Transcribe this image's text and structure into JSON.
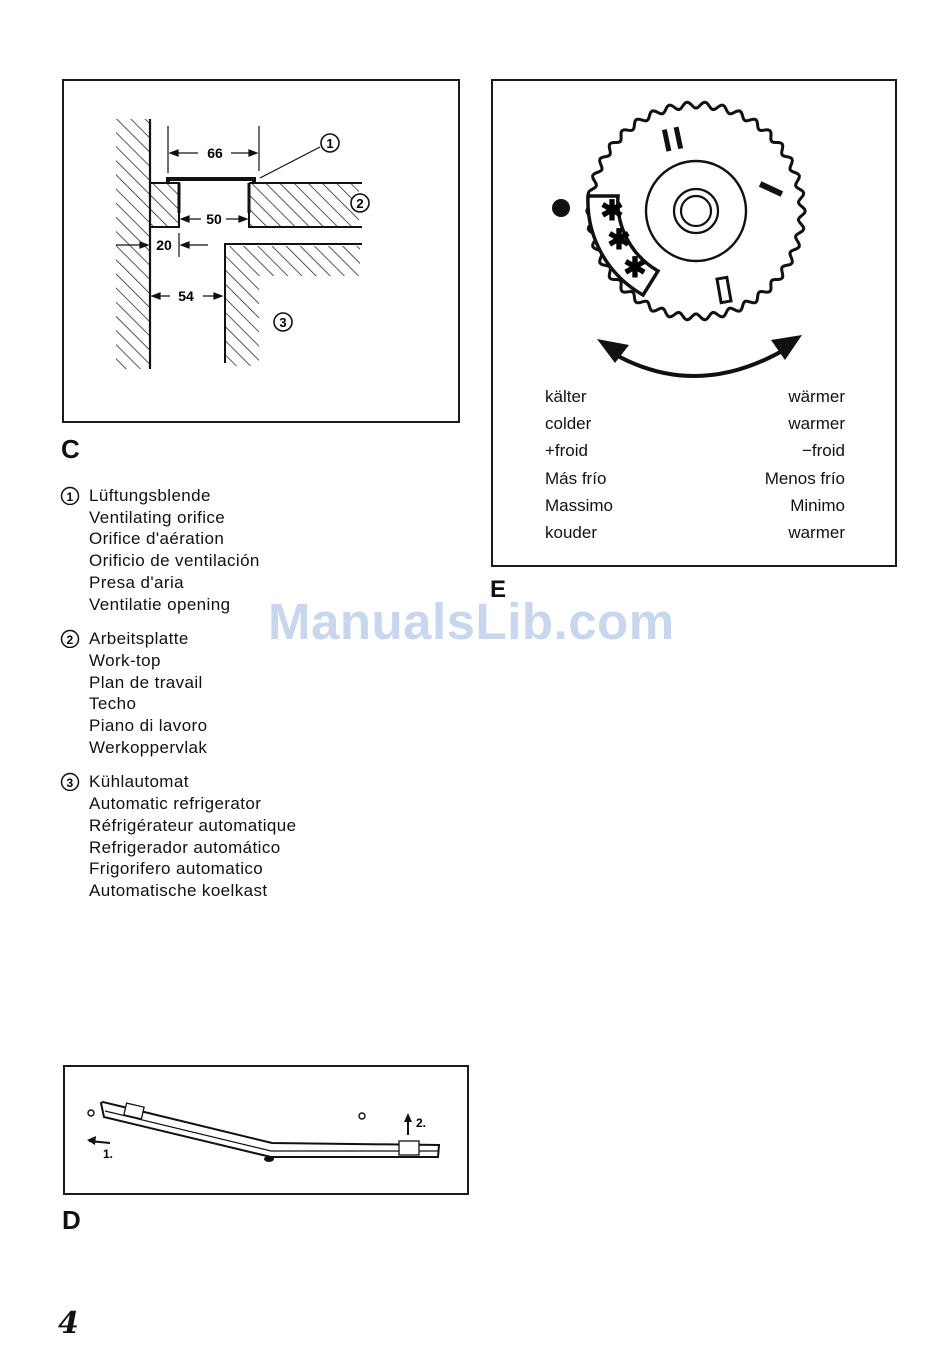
{
  "figure_c": {
    "label": "C",
    "dimensions": {
      "d66": "66",
      "d50": "50",
      "d20": "20",
      "d54": "54"
    },
    "callouts": [
      "1",
      "2",
      "3"
    ]
  },
  "legend": [
    {
      "number": "1",
      "lines": [
        "Lüftungsblende",
        "Ventilating orifice",
        "Orifice d'aération",
        "Orificio de ventilación",
        "Presa d'aria",
        "Ventilatie opening"
      ]
    },
    {
      "number": "2",
      "lines": [
        "Arbeitsplatte",
        "Work-top",
        "Plan de travail",
        "Techo",
        "Piano di lavoro",
        "Werkoppervlak"
      ]
    },
    {
      "number": "3",
      "lines": [
        "Kühlautomat",
        "Automatic refrigerator",
        "Réfrigérateur automatique",
        "Refrigerador automático",
        "Frigorifero automatico",
        "Automatische koelkast"
      ]
    }
  ],
  "figure_e": {
    "label": "E",
    "dial_marks": [
      "II",
      "I",
      "0"
    ],
    "temperature_rows": [
      {
        "left": "kälter",
        "right": "wärmer"
      },
      {
        "left": "colder",
        "right": "warmer"
      },
      {
        "left": "+froid",
        "right": "−froid"
      },
      {
        "left": "Más frío",
        "right": "Menos frío"
      },
      {
        "left": "Massimo",
        "right": "Minimo"
      },
      {
        "left": "kouder",
        "right": "warmer"
      }
    ]
  },
  "figure_d": {
    "label": "D",
    "step_labels": [
      "1.",
      "2."
    ]
  },
  "watermark": "ManualsLib.com",
  "page_number": "4"
}
